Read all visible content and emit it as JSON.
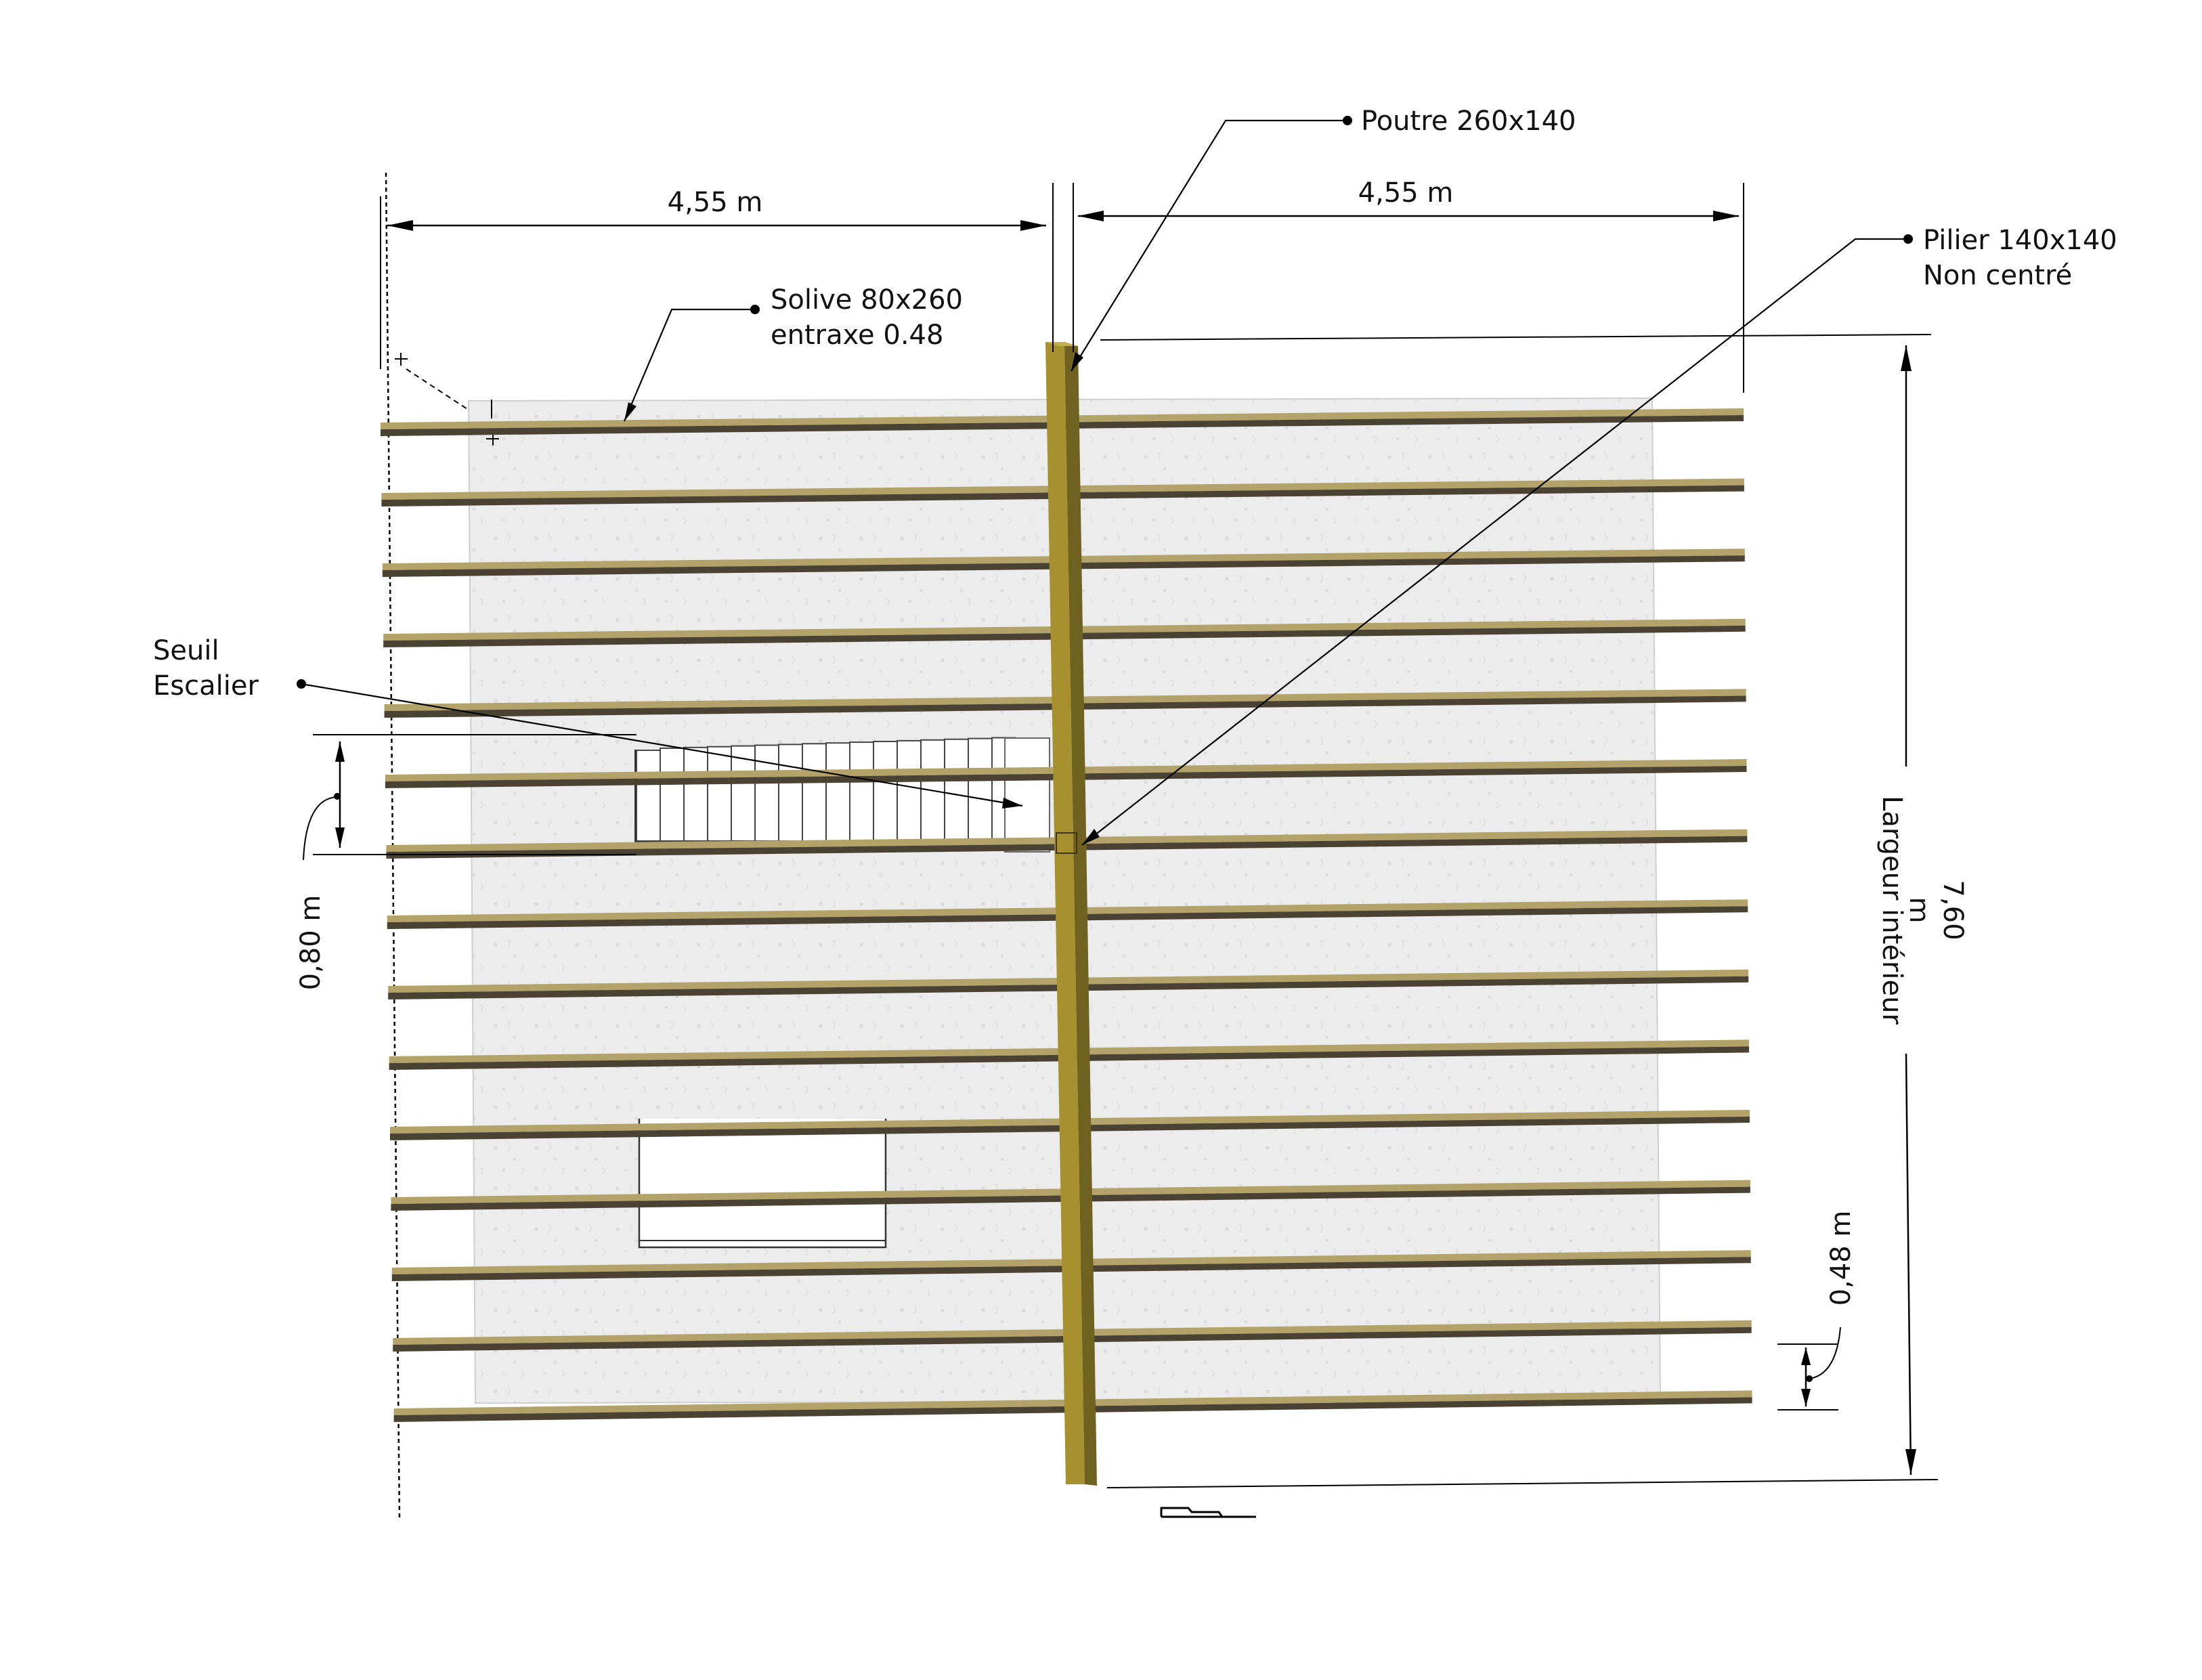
{
  "labels": {
    "poutre": "Poutre 260x140",
    "pilier_line1": "Pilier 140x140",
    "pilier_line2": "Non centré",
    "solive_line1": "Solive 80x260",
    "solive_line2": "entraxe 0.48",
    "seuil_line1": "Seuil",
    "seuil_line2": "Escalier"
  },
  "dimensions": {
    "left_span": "4,55 m",
    "right_span": "4,55 m",
    "stair_width": "0,80 m",
    "joist_spacing": "0,48 m",
    "width_value": "7,60",
    "width_unit": "m",
    "width_label": "Largeur intérieur"
  },
  "colors": {
    "wood": "#b3a26a",
    "wood_dark": "#4a4232",
    "beam": "#a6912e",
    "slab": "#ececec",
    "ink": "#000000"
  },
  "structure": {
    "joist_count": 15
  }
}
